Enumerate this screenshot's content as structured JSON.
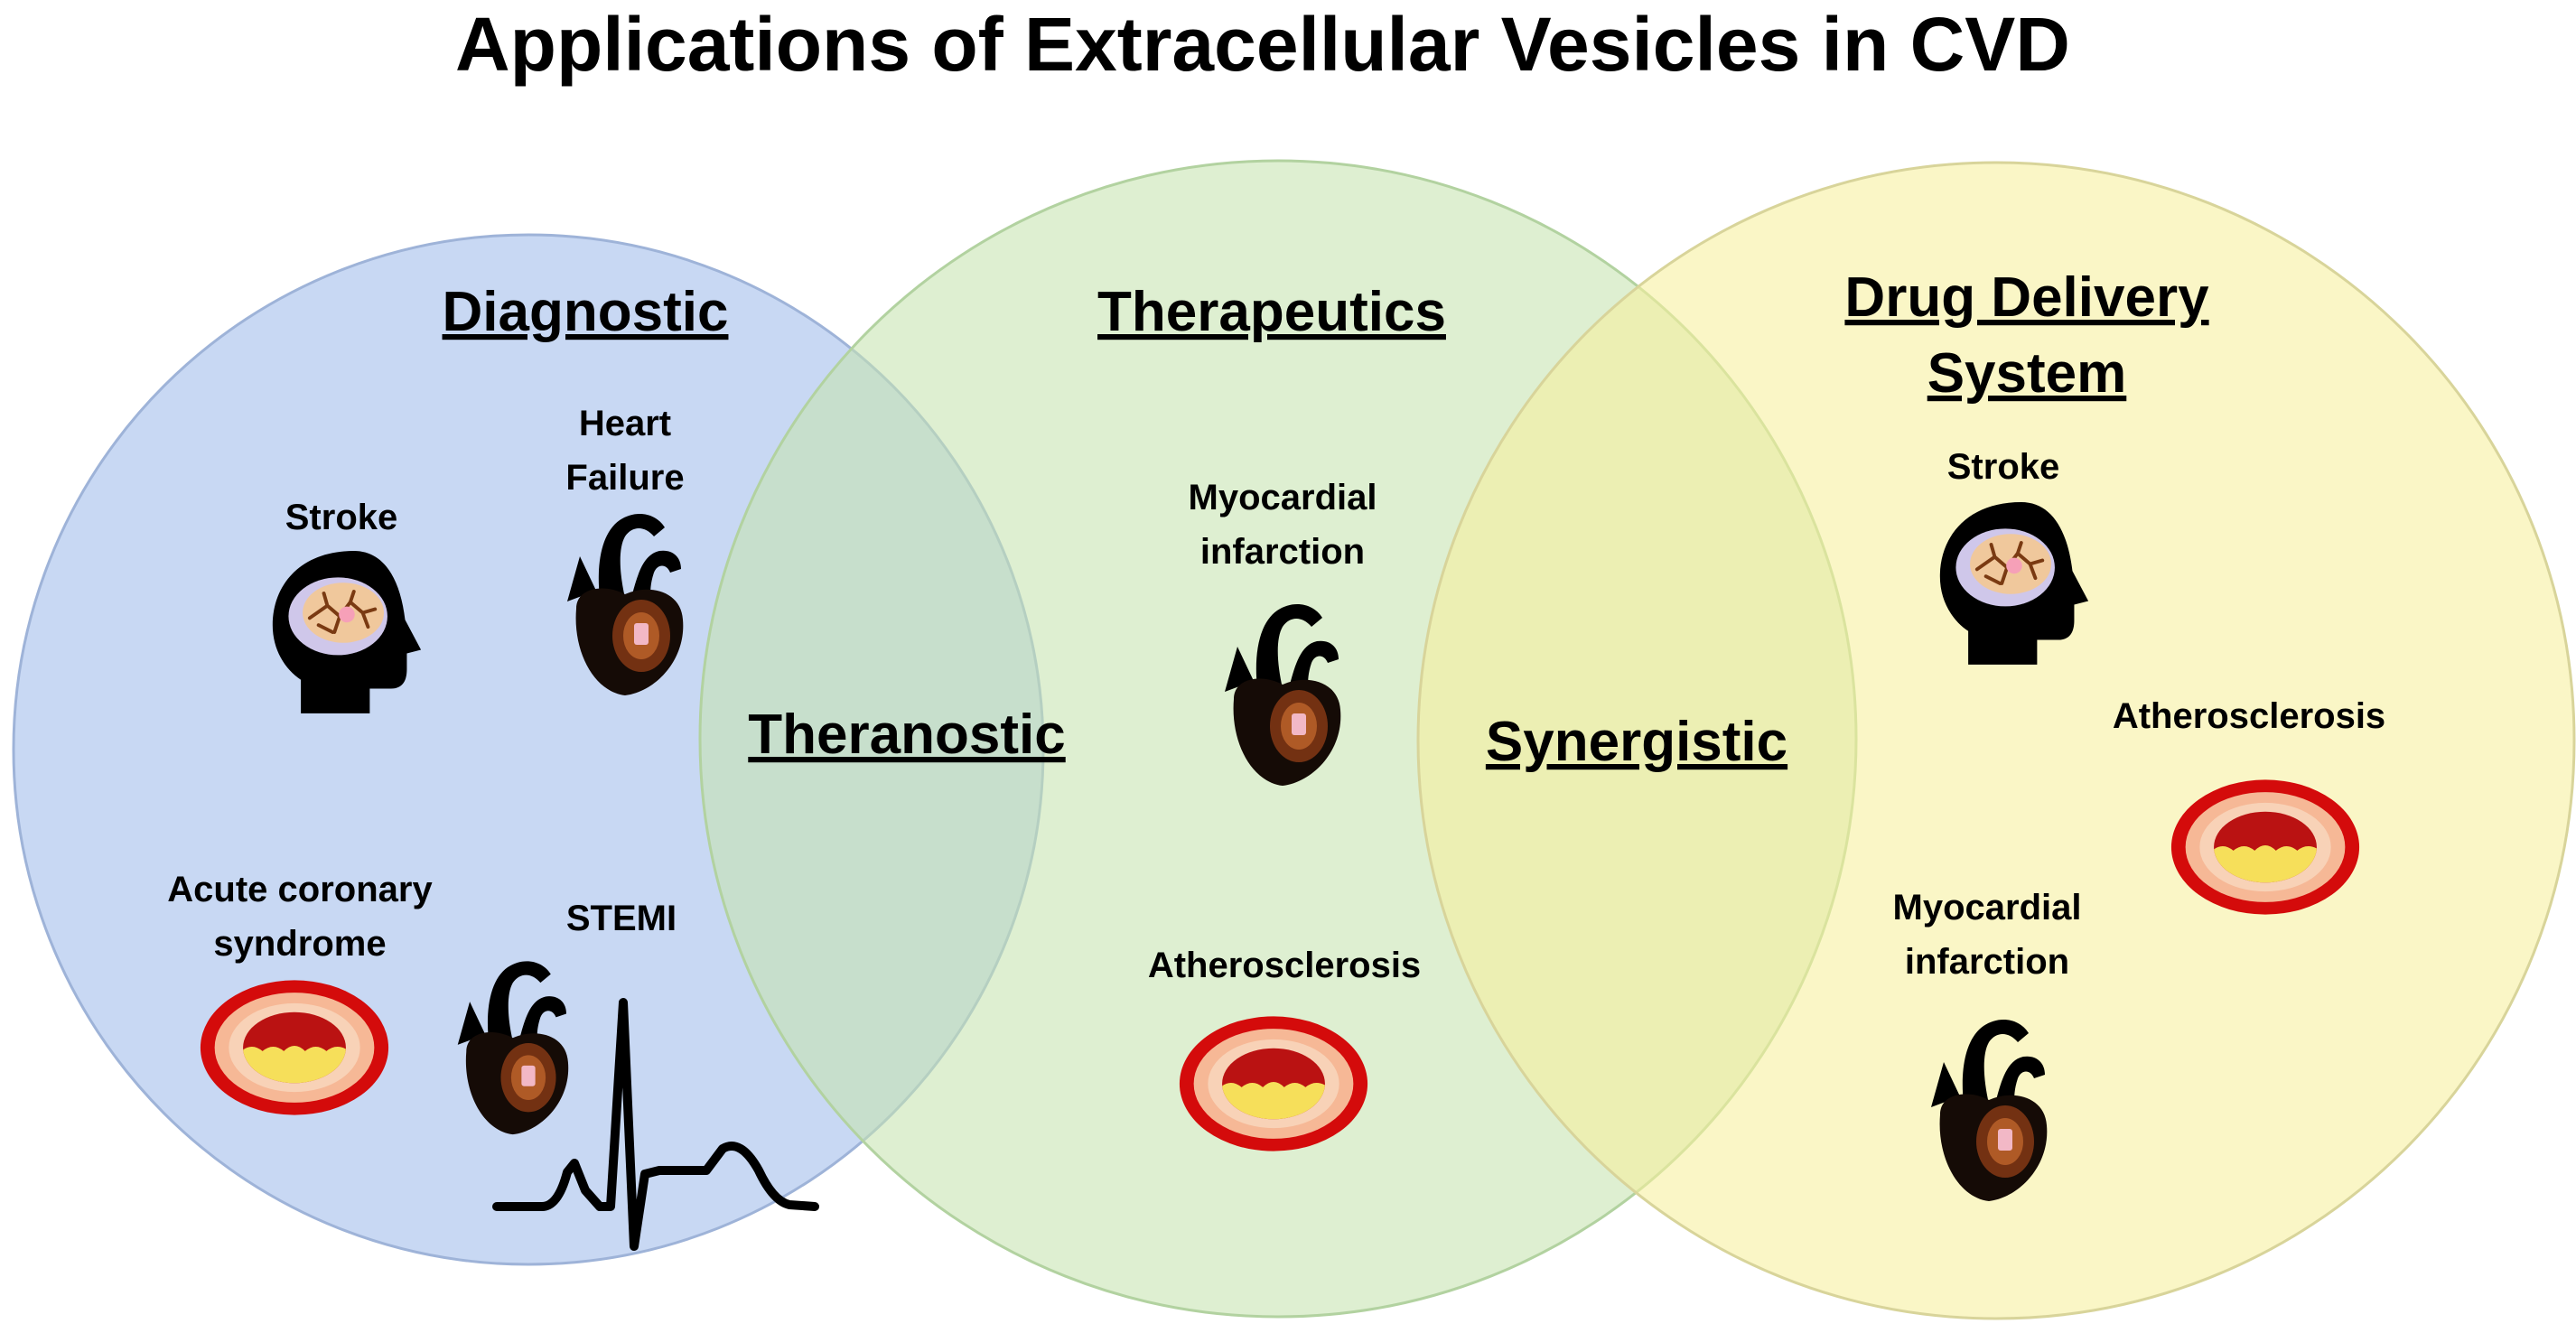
{
  "title": "Applications of Extracellular Vesicles in CVD",
  "sets": [
    {
      "id": "diagnostic",
      "heading": "Diagnostic",
      "color": "#c8d8f2"
    },
    {
      "id": "therapeutics",
      "heading": "Therapeutics",
      "color": "#d6ebc8"
    },
    {
      "id": "drug_delivery",
      "heading_line1": "Drug Delivery",
      "heading_line2": "System",
      "color": "#f8f3b4"
    }
  ],
  "overlaps": {
    "left": "Theranostic",
    "right": "Synergistic"
  },
  "diagnostic_items": {
    "stroke": "Stroke",
    "heart_failure_line1": "Heart",
    "heart_failure_line2": "Failure",
    "acs_line1": "Acute coronary",
    "acs_line2": "syndrome",
    "stemi": "STEMI"
  },
  "therapeutics_items": {
    "mi_line1": "Myocardial",
    "mi_line2": "infarction",
    "athero": "Atherosclerosis"
  },
  "drug_delivery_items": {
    "stroke": "Stroke",
    "athero": "Atherosclerosis",
    "mi_line1": "Myocardial",
    "mi_line2": "infarction"
  },
  "icons": [
    "brain-head-icon",
    "heart-icon",
    "artery-cross-section-icon",
    "ecg-wave-icon"
  ]
}
